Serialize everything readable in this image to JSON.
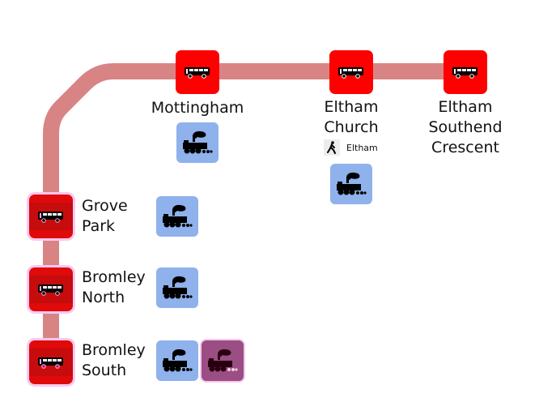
{
  "map": {
    "route_color": "#d88485",
    "stop_color": "#ff0000",
    "rail_color": "#8fb1ec",
    "rail_alt_color": "#9a4e84"
  },
  "stops": [
    {
      "id": "eltham-southend-crescent",
      "name": "Eltham\nSouthend\nCrescent",
      "icon": "bus-icon",
      "connections": []
    },
    {
      "id": "eltham-church",
      "name": "Eltham\nChurch",
      "icon": "bus-icon",
      "walk": {
        "icon": "walking-person-icon",
        "label": "Eltham"
      },
      "connections": [
        "train-icon"
      ]
    },
    {
      "id": "mottingham",
      "name": "Mottingham",
      "icon": "bus-icon",
      "connections": [
        "train-icon"
      ]
    },
    {
      "id": "grove-park",
      "name": "Grove\nPark",
      "icon": "bus-icon",
      "connections": [
        "train-icon"
      ]
    },
    {
      "id": "bromley-north",
      "name": "Bromley\nNorth",
      "icon": "bus-icon",
      "connections": [
        "train-icon"
      ]
    },
    {
      "id": "bromley-south",
      "name": "Bromley\nSouth",
      "icon": "bus-icon",
      "connections": [
        "train-icon",
        "train-icon-alt"
      ]
    }
  ]
}
